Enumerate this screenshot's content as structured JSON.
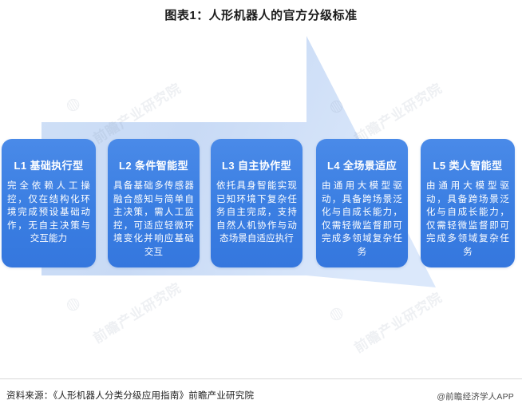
{
  "title": "图表1：人形机器人的官方分级标准",
  "colors": {
    "card_blue": "#3a7ee2",
    "card_blue_light": "#4a8ae8",
    "arrow_fill": "#c7daf5",
    "arrow_fill_light": "#d8e6f9",
    "background": "#ffffff",
    "title_text": "#1c1c1c"
  },
  "arrow": {
    "name": "progression-arrow",
    "direction": "right-up",
    "description": "浅蓝色向右上箭头"
  },
  "levels": [
    {
      "id": "L1",
      "title": "L1 基础执行型",
      "desc": "完全依赖人工操控，仅在结构化环境完成预设基础动作，无自主决策与交互能力"
    },
    {
      "id": "L2",
      "title": "L2 条件智能型",
      "desc": "具备基础多传感器融合感知与简单自主决策，需人工监控，可适应轻微环境变化并响应基础交互"
    },
    {
      "id": "L3",
      "title": "L3 自主协作型",
      "desc": "依托具身智能实现已知环境下复杂任务自主完成，支持自然人机协作与动态场景自适应执行"
    },
    {
      "id": "L4",
      "title": "L4 全场景适应",
      "desc": "由通用大模型驱动，具备跨场景泛化与自成长能力，仅需轻微监督即可完成多领域复杂任务"
    },
    {
      "id": "L5",
      "title": "L5 类人智能型",
      "desc": "由通用大模型驱动，具备跨场景泛化与自成长能力，仅需轻微监督即可完成多领域复杂任务"
    }
  ],
  "watermarks": {
    "text": "前瞻产业研究院",
    "logo": "◍"
  },
  "footer": {
    "source": "资料来源：《人形机器人分类分级应用指南》前瞻产业研究院",
    "attribution": "@前瞻经济学人APP"
  }
}
